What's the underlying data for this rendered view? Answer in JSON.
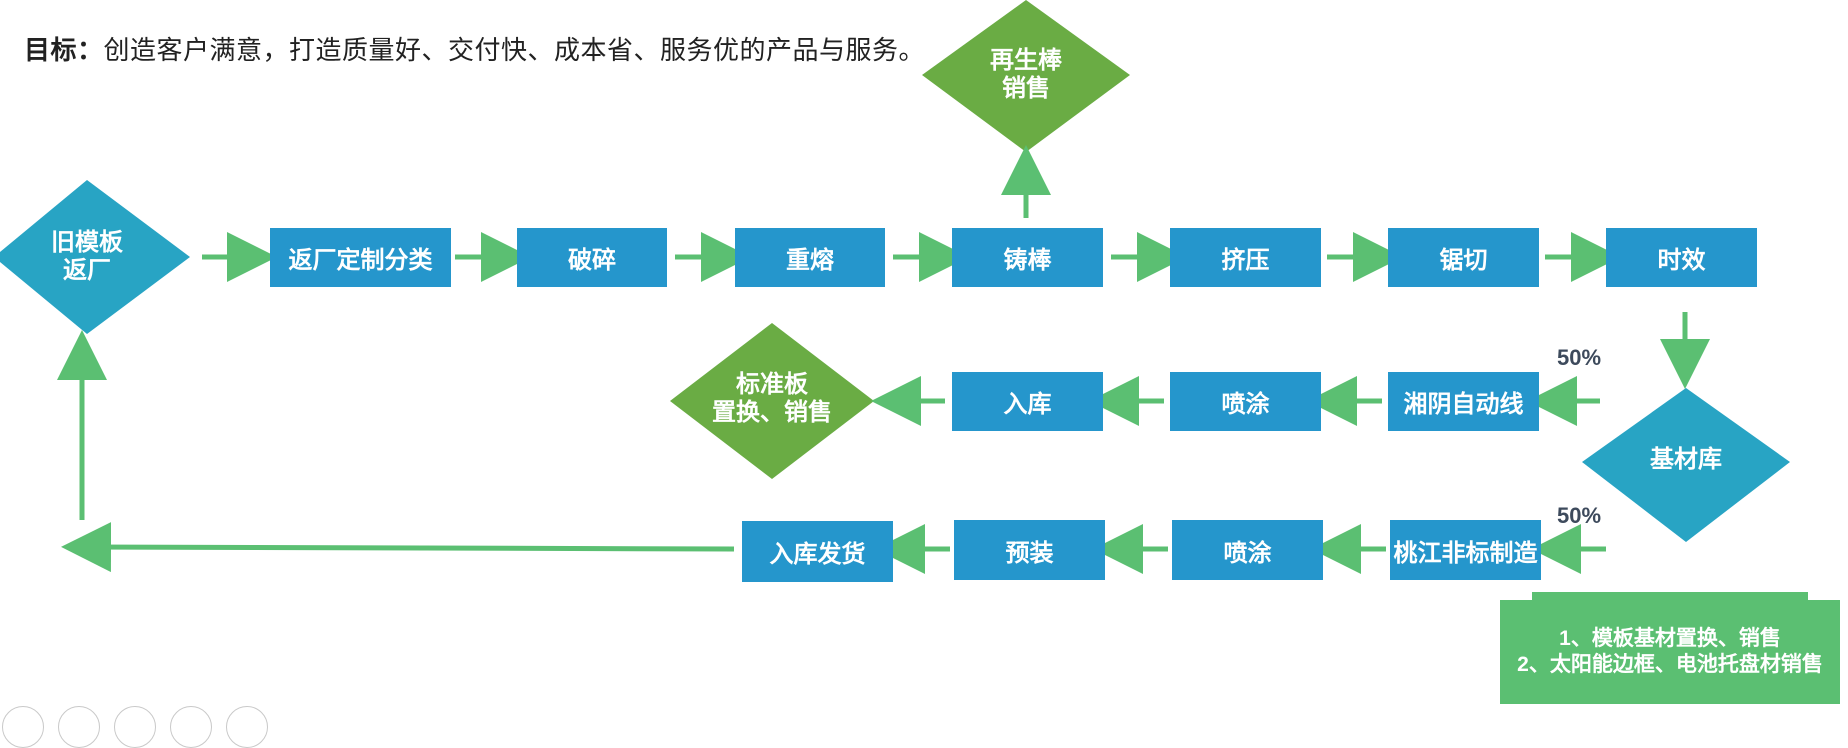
{
  "goal": {
    "label": "目标：",
    "text": "创造客户满意，打造质量好、交付快、成本省、服务优的产品与服务。"
  },
  "nodes": {
    "return_factory": "旧模板\n返厂",
    "custom_sort": "返厂定制分类",
    "crush": "破碎",
    "remelt": "重熔",
    "cast_rod": "铸棒",
    "extrude": "挤压",
    "saw_cut": "锯切",
    "aging": "时效",
    "recycled_rod_sale": "再生棒\n销售",
    "base_stock": "基材库",
    "xiangyin_line": "湘阴自动线",
    "spray_1": "喷涂",
    "warehouse_1": "入库",
    "standard_board": "标准板\n置换、销售",
    "taojiang_custom": "桃江非标制造",
    "spray_2": "喷涂",
    "preassemble": "预装",
    "warehouse_ship": "入库发货"
  },
  "percentages": {
    "upper": "50%",
    "lower": "50%"
  },
  "note": {
    "line1": "1、模板基材置换、销售",
    "line2": "2、太阳能边框、电池托盘材销售"
  },
  "colors": {
    "blue_box": "#2596cc",
    "teal_diamond": "#28a4c4",
    "green_diamond": "#6aac44",
    "arrow": "#5bbf72",
    "note": "#5bbf72"
  },
  "toolbar_icons": [
    "prev-icon",
    "pen-icon",
    "grid-icon",
    "zoom-icon",
    "more-icon"
  ]
}
